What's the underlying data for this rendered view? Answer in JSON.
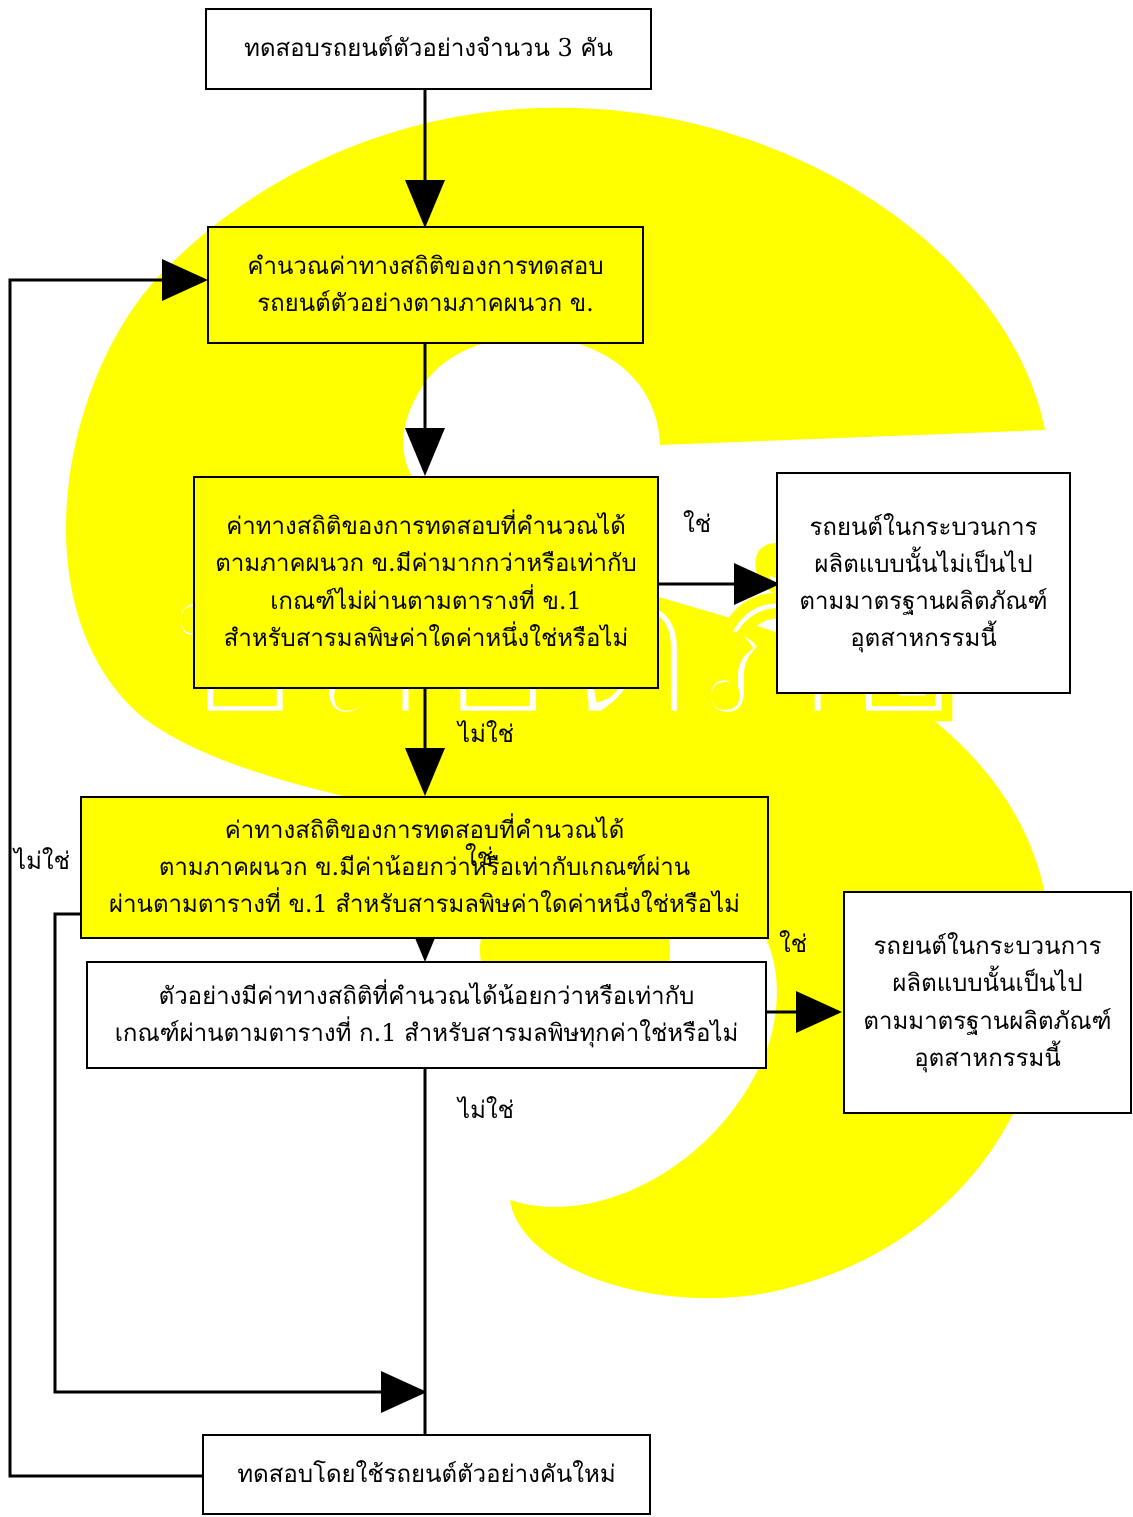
{
  "watermark": {
    "text": "ปลอดภัย",
    "color": "#ffff00"
  },
  "flowchart": {
    "start": "ทดสอบรถยนต์ตัวอย่างจำนวน 3 คัน",
    "calc": [
      "คำนวณค่าทางสถิติของการทดสอบ",
      "รถยนต์ตัวอย่างตามภาคผนวก ข."
    ],
    "decision_fail": [
      "ค่าทางสถิติของการทดสอบที่คำนวณได้",
      "ตามภาคผนวก ข.มีค่ามากกว่าหรือเท่ากับ",
      "เกณฑ์ไม่ผ่านตามตารางที่ ข.1",
      "สำหรับสารมลพิษค่าใดค่าหนึ่งใช่หรือไม่"
    ],
    "result_nonconform": [
      "รถยนต์ในกระบวนการ",
      "ผลิตแบบนั้นไม่เป็นไป",
      "ตามมาตรฐานผลิตภัณฑ์",
      "อุตสาหกรรมนี้"
    ],
    "decision_pass": [
      "ค่าทางสถิติของการทดสอบที่คำนวณได้",
      "ตามภาคผนวก ข.มีค่าน้อยกว่าหรือเท่ากับเกณฑ์ผ่าน",
      "ผ่านตามตารางที่ ข.1 สำหรับสารมลพิษค่าใดค่าหนึ่งใช่หรือไม่"
    ],
    "decision_all": [
      "ตัวอย่างมีค่าทางสถิติที่คำนวณได้น้อยกว่าหรือเท่ากับ",
      "เกณฑ์ผ่านตามตารางที่ ก.1 สำหรับสารมลพิษทุกค่าใช่หรือไม่"
    ],
    "result_conform": [
      "รถยนต์ในกระบวนการ",
      "ผลิตแบบนั้นเป็นไป",
      "ตามมาตรฐานผลิตภัณฑ์",
      "อุตสาหกรรมนี้"
    ],
    "retest": "ทดสอบโดยใช้รถยนต์ตัวอย่างคันใหม่",
    "labels": {
      "yes_1": "ใช่",
      "no_1": "ไม่ใช่",
      "no_left": "ไม่ใช่",
      "yes_2": "ใช่",
      "yes_3": "ใช่",
      "no_3": "ไม่ใช่"
    }
  }
}
